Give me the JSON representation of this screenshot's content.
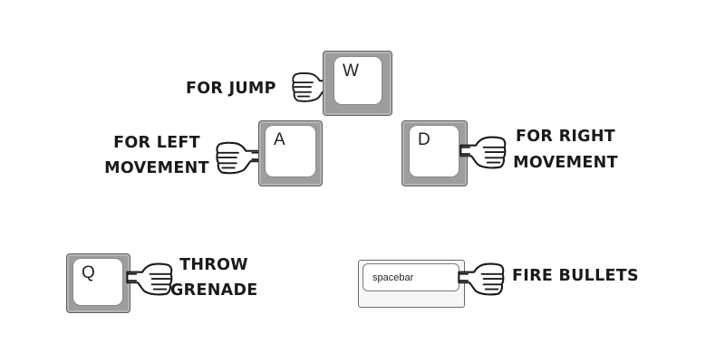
{
  "controls": {
    "jump": {
      "key": "W",
      "label": "FOR JUMP"
    },
    "left": {
      "key": "A",
      "label_line1": "FOR LEFT",
      "label_line2": "MOVEMENT"
    },
    "right": {
      "key": "D",
      "label_line1": "FOR RIGHT",
      "label_line2": "MOVEMENT"
    },
    "grenade": {
      "key": "Q",
      "label_line1": "THROW",
      "label_line2": "GRENADE"
    },
    "fire": {
      "key": "spacebar",
      "label": "FIRE BULLETS"
    }
  },
  "icons": [
    "pointing-hand-icon"
  ],
  "colors": {
    "key_body": "#9d9d9d",
    "key_top": "#ffffff",
    "text": "#1a1a1a"
  }
}
